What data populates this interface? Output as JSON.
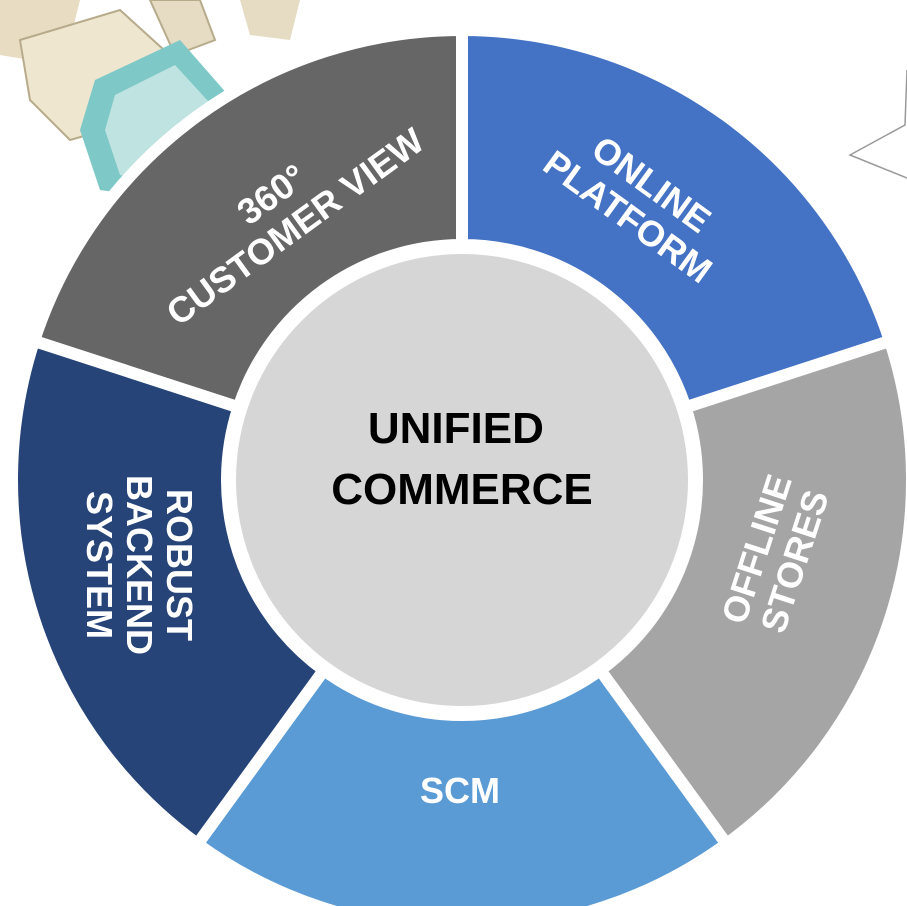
{
  "center": {
    "line1": "UNIFIED",
    "line2": "COMMERCE",
    "fill": "#d6d6d6"
  },
  "segments": [
    {
      "id": "customer-view",
      "lines": [
        "360°",
        "CUSTOMER VIEW"
      ],
      "color": "#666666"
    },
    {
      "id": "online-platform",
      "lines": [
        "ONLINE",
        "PLATFORM"
      ],
      "color": "#4472c4"
    },
    {
      "id": "offline-stores",
      "lines": [
        "OFFLINE",
        "STORES"
      ],
      "color": "#a5a5a5"
    },
    {
      "id": "scm",
      "lines": [
        "SCM"
      ],
      "color": "#5b9bd5"
    },
    {
      "id": "robust-backend",
      "lines": [
        "ROBUST",
        "BACKEND",
        "SYSTEM"
      ],
      "color": "#264478"
    }
  ],
  "decoration": {
    "illustration": "robot-illustration",
    "callout": "speech-callout-outline"
  }
}
